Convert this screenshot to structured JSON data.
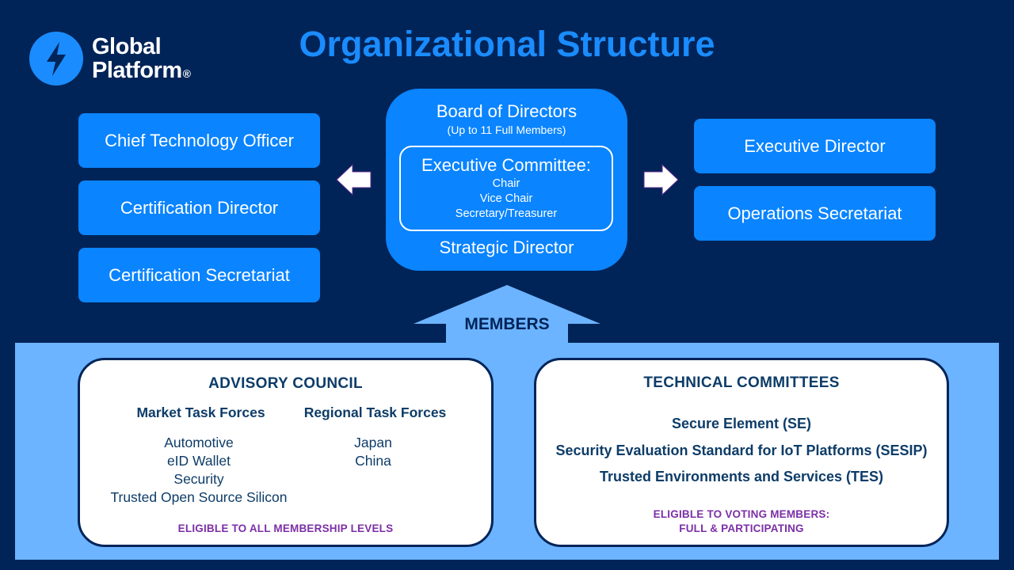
{
  "logo": {
    "line1": "Global",
    "line2": "Platform",
    "reg": "®",
    "icon": "lightning-bolt-icon",
    "color": "#1a8cff"
  },
  "title": "Organizational Structure",
  "left_roles": [
    "Chief Technology Officer",
    "Certification Director",
    "Certification Secretariat"
  ],
  "right_roles": [
    "Executive Director",
    "Operations Secretariat"
  ],
  "board": {
    "title": "Board of Directors",
    "subtitle": "(Up to 11 Full Members)",
    "exec_title": "Executive Committee:",
    "exec_members": [
      "Chair",
      "Vice Chair",
      "Secretary/Treasurer"
    ],
    "footer": "Strategic Director"
  },
  "members_label": "MEMBERS",
  "advisory": {
    "title": "ADVISORY COUNCIL",
    "market_heading": "Market Task Forces",
    "regional_heading": "Regional Task Forces",
    "market_items": [
      "Automotive",
      "eID Wallet",
      "Security",
      "Trusted Open Source Silicon"
    ],
    "regional_items": [
      "Japan",
      "China"
    ],
    "eligibility": "ELIGIBLE TO ALL MEMBERSHIP LEVELS"
  },
  "technical": {
    "title": "TECHNICAL COMMITTEES",
    "items": [
      "Secure Element (SE)",
      "Security Evaluation Standard for IoT Platforms (SESIP)",
      "Trusted Environments and Services (TES)"
    ],
    "eligibility_line1": "ELIGIBLE TO VOTING MEMBERS:",
    "eligibility_line2": "FULL & PARTICIPATING"
  },
  "colors": {
    "background": "#012458",
    "box_blue": "#0a84ff",
    "band": "#6cb4ff",
    "eligibility": "#7b2fa6",
    "panel_text": "#0d3c68"
  }
}
